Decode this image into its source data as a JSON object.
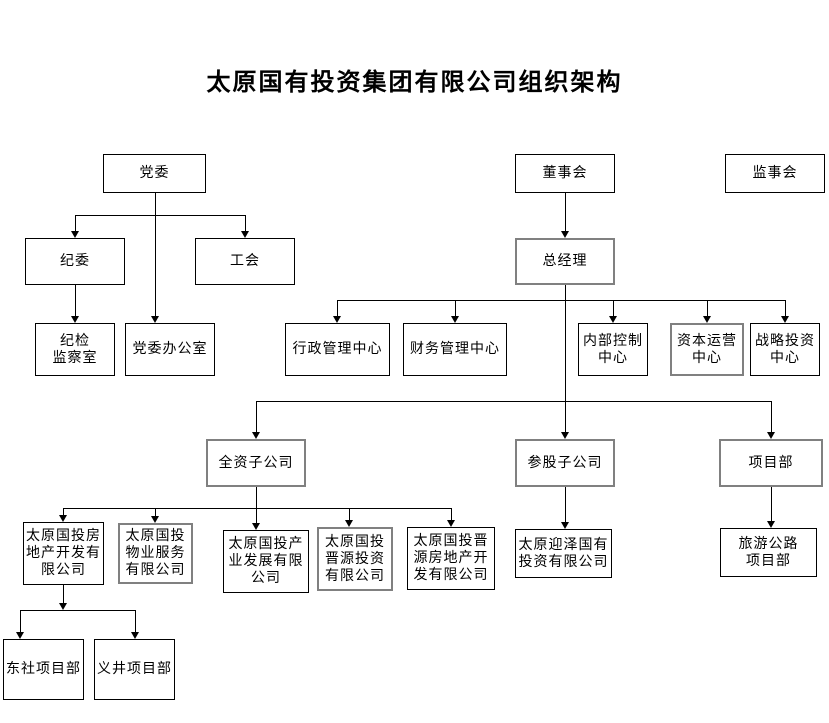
{
  "title": "太原国有投资集团有限公司组织架构",
  "colors": {
    "line": "#000000",
    "box_border": "#000000",
    "emphasis_border": "#808080",
    "background": "#ffffff"
  },
  "nodes": {
    "party_committee": {
      "label": "党委"
    },
    "board_of_directors": {
      "label": "董事会"
    },
    "supervisory_board": {
      "label": "监事会"
    },
    "discipline_committee": {
      "label": "纪委"
    },
    "labor_union": {
      "label": "工会"
    },
    "general_manager": {
      "label": "总经理"
    },
    "discipline_inspection_office": {
      "label": "纪检\n监察室"
    },
    "party_committee_office": {
      "label": "党委办公室"
    },
    "administration_center": {
      "label": "行政管理中心"
    },
    "finance_center": {
      "label": "财务管理中心"
    },
    "internal_control_center": {
      "label": "内部控制\n中心"
    },
    "capital_operation_center": {
      "label": "资本运营\n中心"
    },
    "strategic_investment_center": {
      "label": "战略投资\n中心"
    },
    "wholly_owned_subsidiaries": {
      "label": "全资子公司"
    },
    "equity_subsidiaries": {
      "label": "参股子公司"
    },
    "project_department": {
      "label": "项目部"
    },
    "real_estate_company": {
      "label": "太原国投房\n地产开发有\n限公司"
    },
    "property_service_company": {
      "label": "太原国投\n物业服务\n有限公司"
    },
    "industry_development_company": {
      "label": "太原国投产\n业发展有限\n公司"
    },
    "jinyuan_investment_company": {
      "label": "太原国投\n晋源投资\n有限公司"
    },
    "jinyuan_real_estate_company": {
      "label": "太原国投晋\n源房地产开\n发有限公司"
    },
    "yingze_investment_company": {
      "label": "太原迎泽国有\n投资有限公司"
    },
    "tourism_highway_project": {
      "label": "旅游公路\n项目部"
    },
    "dongshe_project": {
      "label": "东社项目部"
    },
    "yijing_project": {
      "label": "义井项目部"
    }
  }
}
